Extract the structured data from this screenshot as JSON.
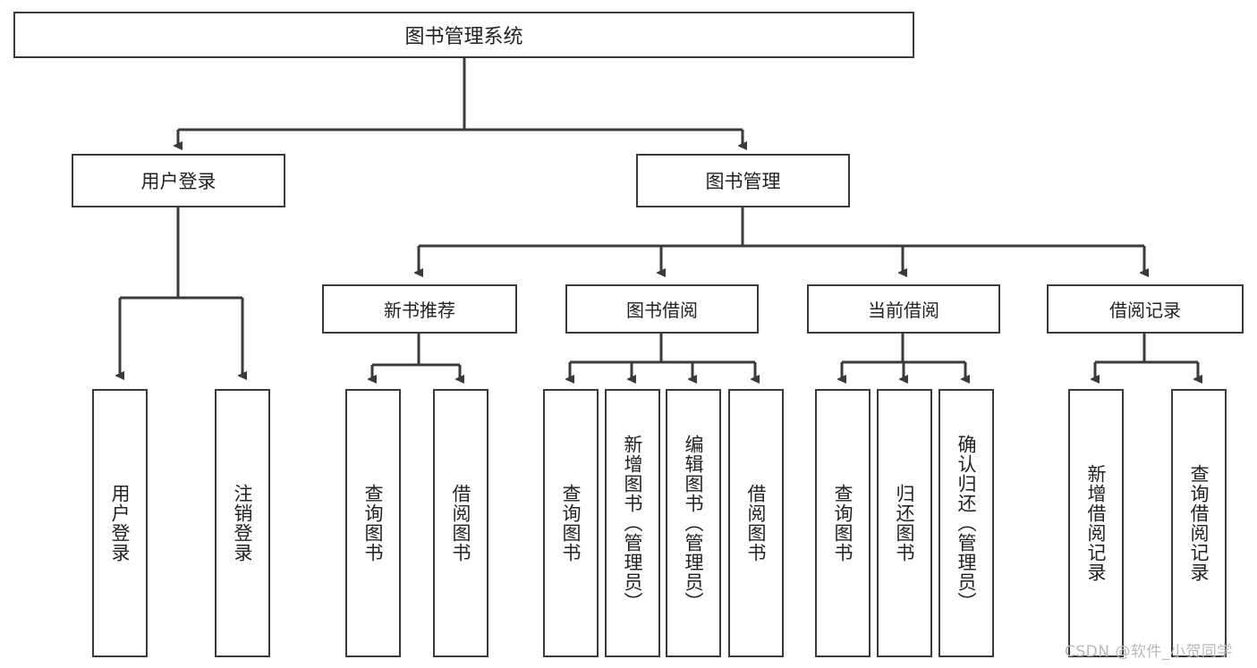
{
  "diagram": {
    "title": "图书管理系统",
    "type": "tree-hierarchy",
    "colors": {
      "background": "#ffffff",
      "box_border": "#3a3a3a",
      "connector": "#3a3a3a",
      "text": "#222222",
      "watermark": "#b9b9b9"
    },
    "root": {
      "label": "图书管理系统"
    },
    "level1": [
      {
        "label": "用户登录"
      },
      {
        "label": "图书管理"
      }
    ],
    "level2": [
      {
        "label": "新书推荐"
      },
      {
        "label": "图书借阅"
      },
      {
        "label": "当前借阅"
      },
      {
        "label": "借阅记录"
      }
    ],
    "leaves": {
      "user_login": [
        {
          "label": "用户登录"
        },
        {
          "label": "注销登录"
        }
      ],
      "new_book_recommend": [
        {
          "label": "查询图书"
        },
        {
          "label": "借阅图书"
        }
      ],
      "book_borrow": [
        {
          "label": "查询图书"
        },
        {
          "label": "新增图书（管理员）"
        },
        {
          "label": "编辑图书（管理员）"
        },
        {
          "label": "借阅图书"
        }
      ],
      "current_borrow": [
        {
          "label": "查询图书"
        },
        {
          "label": "归还图书"
        },
        {
          "label": "确认归还（管理员）"
        }
      ],
      "borrow_record": [
        {
          "label": "新增借阅记录"
        },
        {
          "label": "查询借阅记录"
        }
      ]
    },
    "watermark": "CSDN @软件_小贺同学"
  }
}
